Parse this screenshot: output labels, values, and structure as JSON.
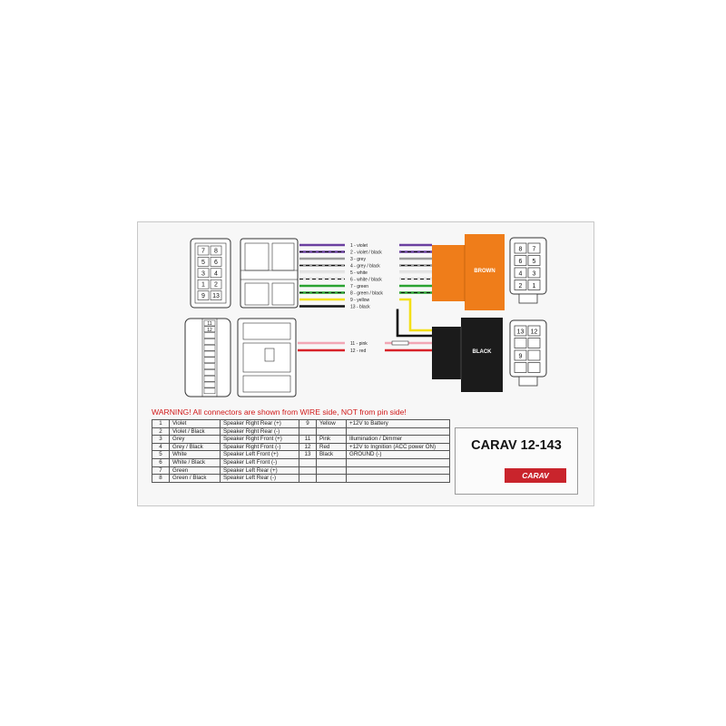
{
  "wires_top": [
    {
      "label": "1 - violet",
      "color": "#6a3fa0",
      "stripe": null
    },
    {
      "label": "2 - violet / black",
      "color": "#6a3fa0",
      "stripe": "#111111"
    },
    {
      "label": "3 - grey",
      "color": "#9a9a9a",
      "stripe": null
    },
    {
      "label": "4 - grey / black",
      "color": "#9a9a9a",
      "stripe": "#111111"
    },
    {
      "label": "5 - white",
      "color": "#e6e6e6",
      "stripe": null
    },
    {
      "label": "6 - white / black",
      "color": "#e6e6e6",
      "stripe": "#111111"
    },
    {
      "label": "7 - green",
      "color": "#2aa332",
      "stripe": null
    },
    {
      "label": "8 - green / black",
      "color": "#2aa332",
      "stripe": "#111111"
    },
    {
      "label": "9 - yellow",
      "color": "#f3df16",
      "stripe": null
    },
    {
      "label": "13 - black",
      "color": "#111111",
      "stripe": null
    }
  ],
  "wires_bottom": [
    {
      "label": "11 - pink",
      "color": "#f2a7b5",
      "stripe": null
    },
    {
      "label": "12 - red",
      "color": "#d8232a",
      "stripe": null
    }
  ],
  "blocks": {
    "brown": {
      "label": "BROWN",
      "color": "#ef7d1a"
    },
    "black": {
      "label": "BLACK",
      "color": "#1b1b1b"
    }
  },
  "connector_left_top_pins": [
    "7",
    "8",
    "5",
    "6",
    "3",
    "4",
    "1",
    "2",
    "9",
    "13"
  ],
  "connector_left_bottom_pins": [
    "11",
    "12"
  ],
  "connector_right_top_pins": [
    "8",
    "7",
    "6",
    "5",
    "4",
    "3",
    "2",
    "1"
  ],
  "connector_right_bottom_pins": [
    "13",
    "12",
    "9"
  ],
  "warning": "WARNING! All connectors are shown from WIRE side, NOT from pin side!",
  "table": {
    "rows": [
      {
        "n": "1",
        "color": "Violet",
        "func": "Speaker Right Rear (+)",
        "n2": "9",
        "color2": "Yellow",
        "func2": "+12V to Battery"
      },
      {
        "n": "2",
        "color": "Violet / Black",
        "func": "Speaker Right Rear (-)",
        "n2": "",
        "color2": "",
        "func2": ""
      },
      {
        "n": "3",
        "color": "Grey",
        "func": "Speaker Right Front (+)",
        "n2": "11",
        "color2": "Pink",
        "func2": "Illumination / Dimmer"
      },
      {
        "n": "4",
        "color": "Grey / Black",
        "func": "Speaker Right Front (-)",
        "n2": "12",
        "color2": "Red",
        "func2": "+12V to Ingnition (ACC power ON)"
      },
      {
        "n": "5",
        "color": "White",
        "func": "Speaker Left Front (+)",
        "n2": "13",
        "color2": "Black",
        "func2": "GROUND (-)"
      },
      {
        "n": "6",
        "color": "White / Black",
        "func": "Speaker Left Front (-)",
        "n2": "",
        "color2": "",
        "func2": ""
      },
      {
        "n": "7",
        "color": "Green",
        "func": "Speaker Left Rear (+)",
        "n2": "",
        "color2": "",
        "func2": ""
      },
      {
        "n": "8",
        "color": "Green / Black",
        "func": "Speaker Left Rear (-)",
        "n2": "",
        "color2": "",
        "func2": ""
      }
    ]
  },
  "brand": {
    "title": "CARAV 12-143",
    "logo": "CARAV",
    "logo_color": "#c9242c"
  }
}
